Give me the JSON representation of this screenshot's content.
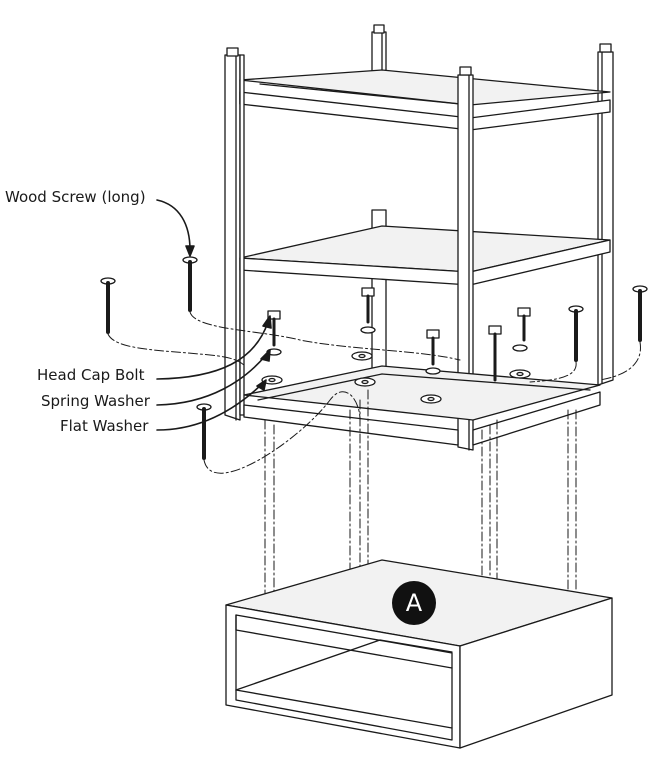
{
  "labels": {
    "wood_screw": "Wood Screw (long)",
    "head_cap_bolt": "Head Cap Bolt",
    "spring_washer": "Spring Washer",
    "flat_washer": "Flat Washer"
  },
  "part_badge": "A",
  "colors": {
    "line": "#1a1a1a",
    "panel": "#f2f2f2",
    "badge": "#111111"
  }
}
